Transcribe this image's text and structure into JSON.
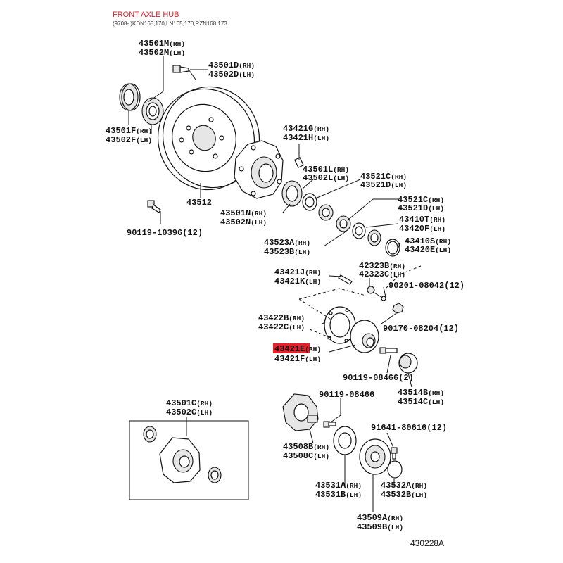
{
  "header": {
    "title": "FRONT AXLE HUB",
    "subtitle": "(9708- )KDN165,170,LN165,170,RZN168,173"
  },
  "footer_code": "430228A",
  "parts": {
    "p43501M": "43501M",
    "p43502M": "43502M",
    "p43501D": "43501D",
    "p43502D": "43502D",
    "p43501F": "43501F",
    "p43502F": "43502F",
    "p43512": "43512",
    "p90119_10396": "90119-10396(12)",
    "p43421G": "43421G",
    "p43421H": "43421H",
    "p43501L": "43501L",
    "p43502L": "43502L",
    "p43521C_a": "43521C",
    "p43521D_a": "43521D",
    "p43501N": "43501N",
    "p43502N": "43502N",
    "p43521C_b": "43521C",
    "p43521D_b": "43521D",
    "p43410T": "43410T",
    "p43420F": "43420F",
    "p43523A": "43523A",
    "p43523B": "43523B",
    "p43410S": "43410S",
    "p43420E": "43420E",
    "p42323B": "42323B",
    "p42323C": "42323C",
    "p43421J": "43421J",
    "p43421K": "43421K",
    "p90201_08042": "90201-08042(12)",
    "p43422B": "43422B",
    "p43422C": "43422C",
    "p90170_08204": "90170-08204(12)",
    "p43421E": "43421E",
    "p43421F": "43421F",
    "p90119_08466_2": "90119-08466(2)",
    "p43514B": "43514B",
    "p43514C": "43514C",
    "p43501C": "43501C",
    "p43502C": "43502C",
    "p90119_08466": "90119-08466",
    "p91641_80616": "91641-80616(12)",
    "p43508B": "43508B",
    "p43508C": "43508C",
    "p43531A": "43531A",
    "p43531B": "43531B",
    "p43532A": "43532A",
    "p43532B": "43532B",
    "p43509A": "43509A",
    "p43509B": "43509B"
  },
  "sides": {
    "rh": "(RH)",
    "lh": "(LH)"
  },
  "highlight_color": "#e8202a",
  "title_color": "#d8202a"
}
